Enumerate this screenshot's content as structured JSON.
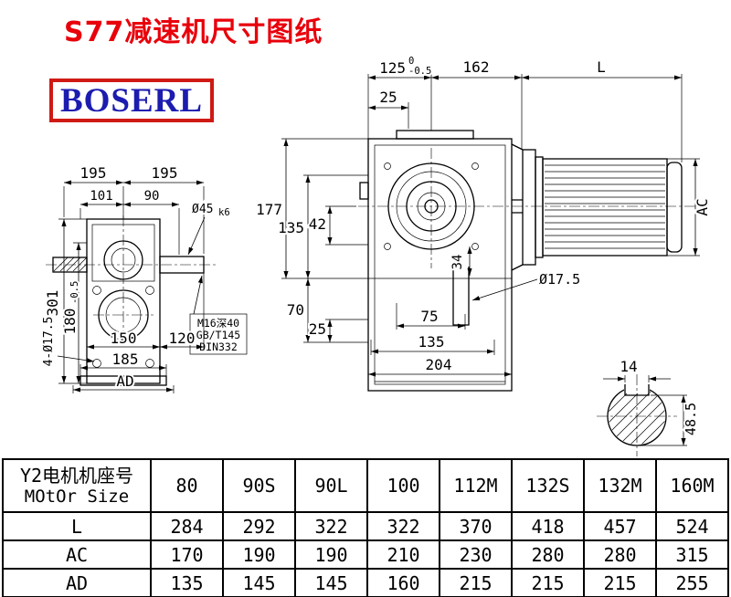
{
  "title": "S77减速机尺寸图纸",
  "logo_text": "BOSERL",
  "colors": {
    "title_red": "#e8000b",
    "logo_border_red": "#cf1a14",
    "logo_blue": "#1c1cb0"
  },
  "left_view": {
    "dim_195_left": "195",
    "dim_195_right": "195",
    "dim_101": "101",
    "dim_90": "90",
    "dim_301": "301",
    "dim_180_base": "180",
    "dim_180_tol": "-0.5",
    "dim_150": "150",
    "dim_120": "120",
    "dim_185": "185",
    "dim_ad": "AD",
    "dim_holes": "4-Ø17.5",
    "shaft_dia_base": "Ø45",
    "shaft_dia_tol": "k6",
    "note_line1": "M16深40",
    "note_line2": "GB/T145",
    "note_line3": "DIN332"
  },
  "main_view": {
    "dim_125_base": "125",
    "dim_125_tol_upper": "0",
    "dim_125_tol_lower": "-0.5",
    "dim_162": "162",
    "dim_L": "L",
    "dim_25_top": "25",
    "dim_177": "177",
    "dim_135_left": "135",
    "dim_42": "42",
    "dim_70": "70",
    "dim_25_bottom": "25",
    "dim_34": "34",
    "dim_75": "75",
    "dim_135_bottom": "135",
    "dim_204": "204",
    "dim_hole": "Ø17.5",
    "dim_AC": "AC"
  },
  "shaft_end_view": {
    "dim_14": "14",
    "dim_48_5": "48.5"
  },
  "table": {
    "header_line1": "Y2电机机座号",
    "header_line2": "MOtOr Size",
    "columns": [
      "80",
      "90S",
      "90L",
      "100",
      "112M",
      "132S",
      "132M",
      "160M"
    ],
    "rows": [
      {
        "label": "L",
        "values": [
          "284",
          "292",
          "322",
          "322",
          "370",
          "418",
          "457",
          "524"
        ]
      },
      {
        "label": "AC",
        "values": [
          "170",
          "190",
          "190",
          "210",
          "230",
          "280",
          "280",
          "315"
        ]
      },
      {
        "label": "AD",
        "values": [
          "135",
          "145",
          "145",
          "160",
          "215",
          "215",
          "215",
          "255"
        ]
      }
    ]
  }
}
